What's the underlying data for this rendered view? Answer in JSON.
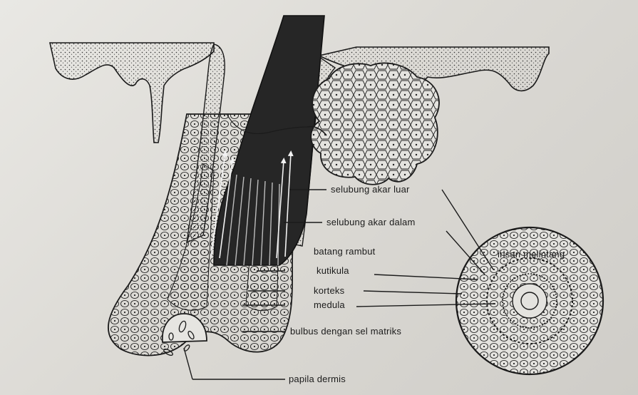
{
  "labels": {
    "selubung_akar_luar": "selubung akar luar",
    "selubung_akar_dalam": "selubung akar dalam",
    "batang_rambut": "batang rambut",
    "irisan_melintang": "irisan melintang",
    "kutikula": "kutikula",
    "korteks": "korteks",
    "medula": "medula",
    "bulbus": "bulbus dengan sel matriks",
    "papila_dermis": "papila dermis"
  },
  "colors": {
    "ink": "#1b1b1b",
    "paper": "#e6e5e1",
    "shaft": "#262626"
  }
}
